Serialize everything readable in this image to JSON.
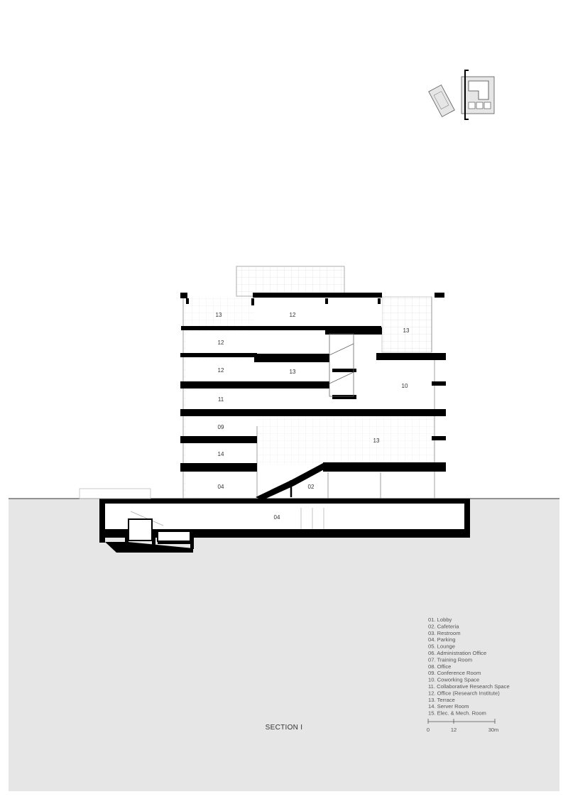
{
  "title": "SECTION I",
  "legend": [
    "01. Lobby",
    "02. Cafeteria",
    "03. Restroom",
    "04. Parking",
    "05. Lounge",
    "06. Administration Office",
    "07. Training Room",
    "08. Office",
    "09. Conference Room",
    "10. Coworking Space",
    "11. Collaborative Research Space",
    "12. Office (Research Institute)",
    "13. Terrace",
    "14. Server Room",
    "15. Elec. & Mech. Room"
  ],
  "scale": {
    "ticks": [
      "0",
      "12",
      "30m"
    ]
  },
  "rooms": {
    "r13_top": "13",
    "r12_top": "12",
    "r13_right": "13",
    "r12_a": "12",
    "r12_b": "12",
    "r13_mid": "13",
    "r10": "10",
    "r11": "11",
    "r09": "09",
    "r13_big": "13",
    "r14": "14",
    "r04_ground": "04",
    "r02": "02",
    "r04_basement": "04"
  },
  "colors": {
    "ground": "#e6e6e6",
    "structure": "#000000",
    "glazing": "#bbbbbb"
  }
}
